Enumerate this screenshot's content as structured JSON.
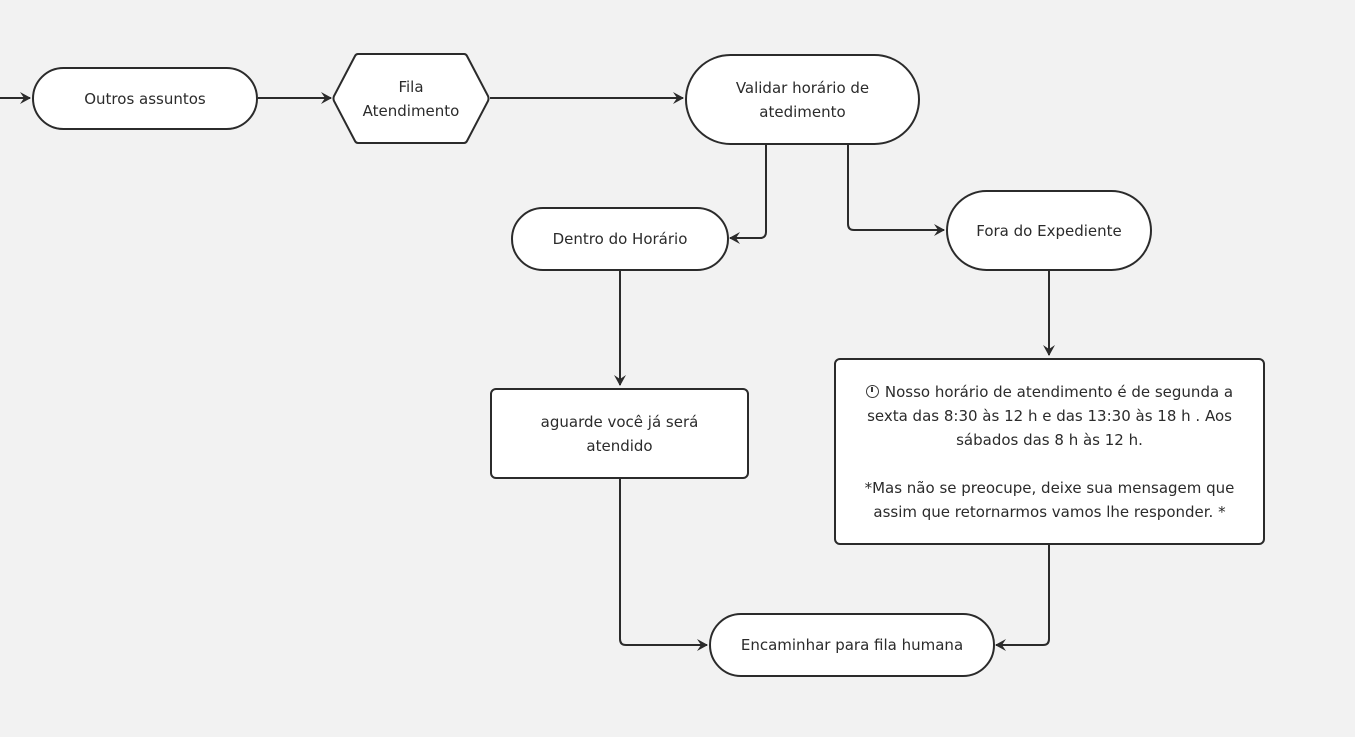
{
  "diagram": {
    "nodes": {
      "outros_assuntos": "Outros assuntos",
      "fila_atendimento_line1": "Fila",
      "fila_atendimento_line2": "Atendimento",
      "validar_line1": "Validar horário de",
      "validar_line2": "atedimento",
      "dentro_horario": "Dentro do Horário",
      "fora_expediente": "Fora do Expediente",
      "aguarde_line1": "aguarde você já será",
      "aguarde_line2": "atendido",
      "mensagem_line1": "Nosso horário de atendimento é de segunda a",
      "mensagem_line2": "sexta das 8:30 às 12 h e das 13:30 às 18 h . Aos",
      "mensagem_line3": "sábados das 8 h às 12 h.",
      "mensagem_line4": "*Mas não se preocupe, deixe sua mensagem que",
      "mensagem_line5": "assim que retornarmos vamos lhe responder. *",
      "encaminhar": "Encaminhar para fila humana"
    },
    "icons": {
      "message_prefix": "clock-icon"
    },
    "colors": {
      "background": "#f2f2f2",
      "stroke": "#2b2b2b",
      "node_fill": "#ffffff"
    }
  }
}
